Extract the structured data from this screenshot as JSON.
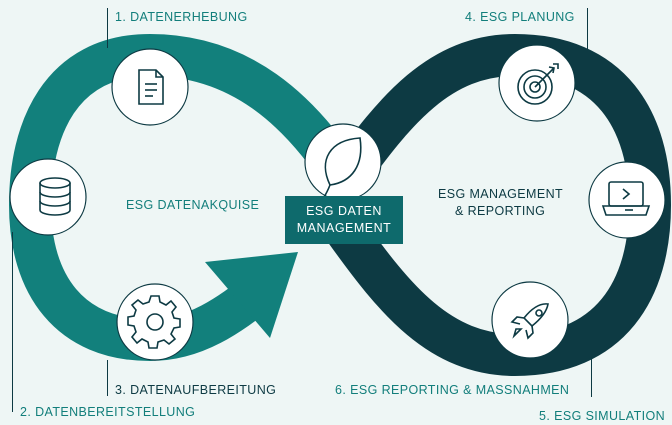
{
  "steps": {
    "s1": "1. DATENERHEBUNG",
    "s2": "2. DATENBEREITSTELLUNG",
    "s3": "3. DATENAUFBEREITUNG",
    "s4": "4. ESG PLANUNG",
    "s5": "5. ESG SIMULATION",
    "s6": "6. ESG REPORTING & MASSNAHMEN"
  },
  "left_loop_label": "ESG DATENAKQUISE",
  "right_loop_label": {
    "line1": "ESG MANAGEMENT",
    "line2": "& REPORTING"
  },
  "center": {
    "line1": "ESG DATEN",
    "line2": "MANAGEMENT"
  },
  "colors": {
    "teal": "#12807c",
    "dark": "#0d3a43",
    "background": "#eef6f5",
    "center_box": "#0e6a6c"
  },
  "icons": [
    "document-icon",
    "database-icon",
    "gear-icon",
    "leaf-icon",
    "target-icon",
    "laptop-icon",
    "rocket-icon"
  ]
}
